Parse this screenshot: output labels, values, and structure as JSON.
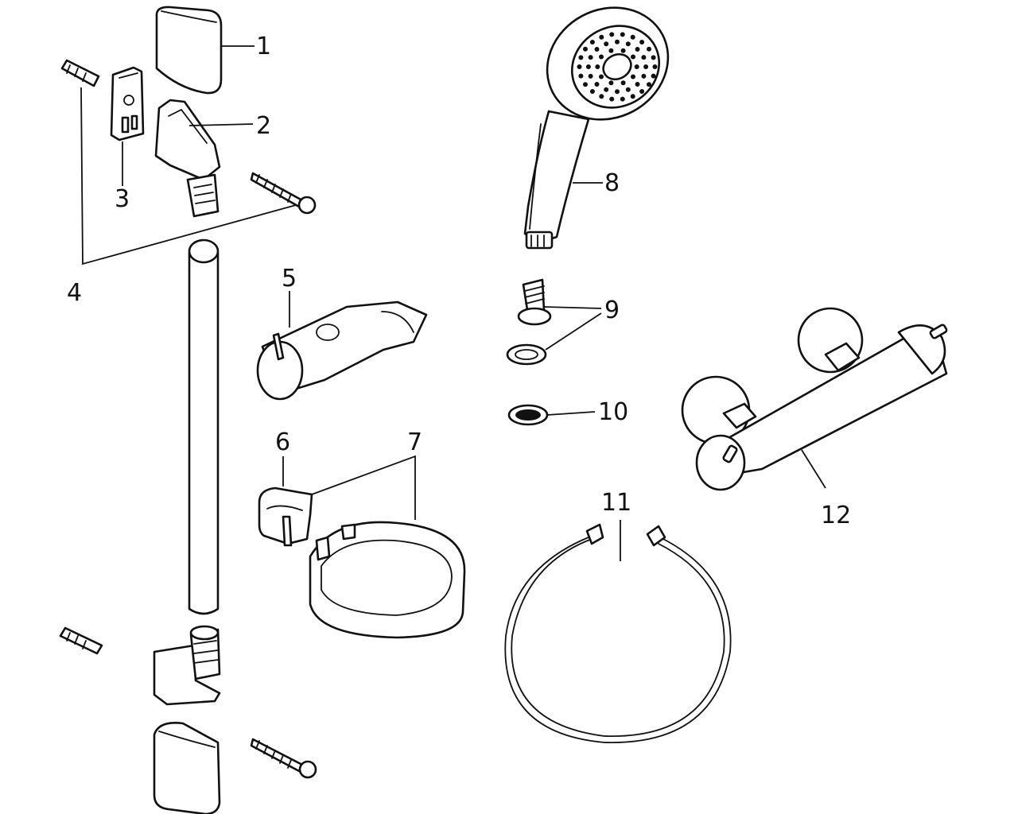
{
  "diagram": {
    "callouts": [
      {
        "id": "1",
        "label": "1"
      },
      {
        "id": "2",
        "label": "2"
      },
      {
        "id": "3",
        "label": "3"
      },
      {
        "id": "4",
        "label": "4"
      },
      {
        "id": "5",
        "label": "5"
      },
      {
        "id": "6",
        "label": "6"
      },
      {
        "id": "7",
        "label": "7"
      },
      {
        "id": "8",
        "label": "8"
      },
      {
        "id": "9",
        "label": "9"
      },
      {
        "id": "10",
        "label": "10"
      },
      {
        "id": "11",
        "label": "11"
      },
      {
        "id": "12",
        "label": "12"
      }
    ]
  },
  "colors": {
    "line": "#111111",
    "background": "#ffffff"
  }
}
